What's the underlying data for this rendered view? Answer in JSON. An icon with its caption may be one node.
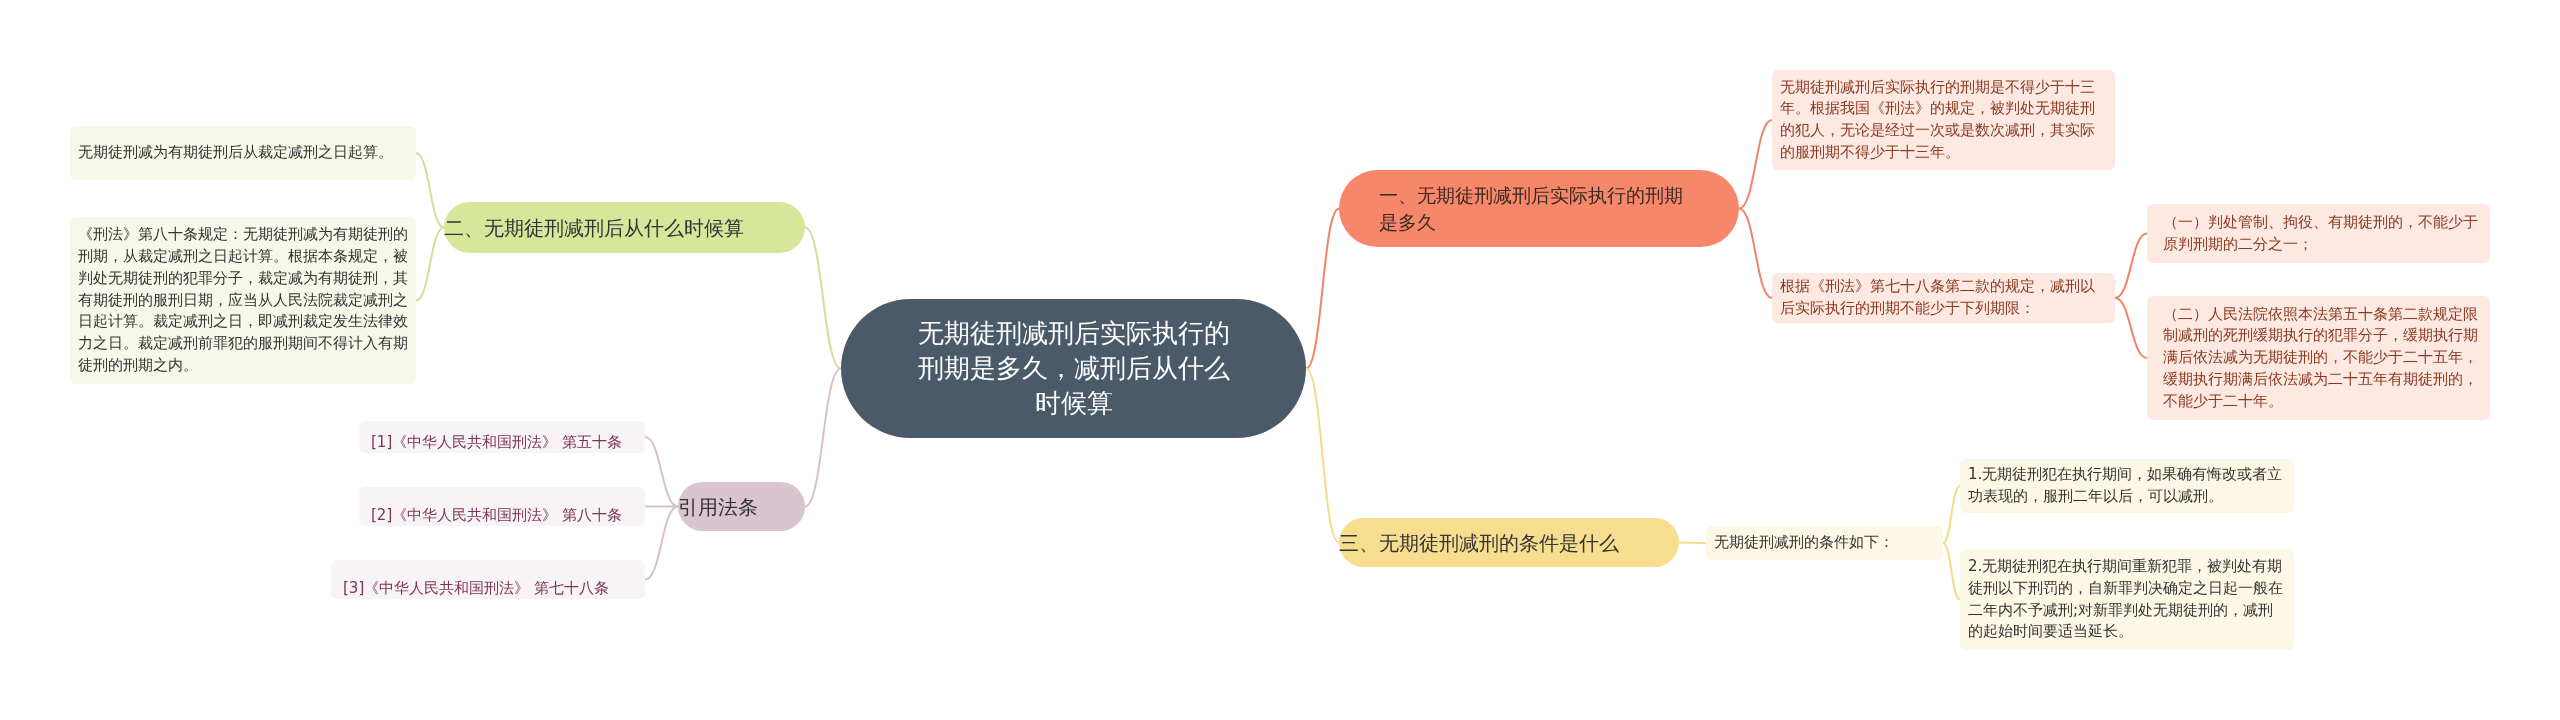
{
  "diagram": {
    "nodes": [
      {
        "text": [
          "无期徒刑减刑后实际执行的刑期是多久，减刑后从什么时候算"
        ]
      },
      {
        "text": [
          "一、无期徒刑减刑后实际执行的刑期是多久"
        ]
      },
      {
        "text": [
          "无期徒刑减刑后实际执行的刑期是不得少于十三年。根据我国《刑法》的规定，被判处无期徒刑的犯人，无论是经过一次或是数次减刑，其实际的服刑期不得少于十三年。"
        ]
      },
      {
        "text": [
          "根据《刑法》第七十八条第二款的规定，减刑以后实际执行的刑期不能少于下列期限："
        ]
      },
      {
        "text": [
          "（一）判处管制、拘役、有期徒刑的，不能少于原判刑期的二分之一；"
        ]
      },
      {
        "text": [
          "（二）人民法院依照本法第五十条第二款规定限制减刑的死刑缓期执行的犯罪分子，缓期执行期满后依法减为无期徒刑的，不能少于二十五年，缓期执行期满后依法减为二十五年有期徒刑的，不能少于二十年。"
        ]
      },
      {
        "text": [
          "二、无期徒刑减刑后从什么时候算"
        ]
      },
      {
        "text": [
          "无期徒刑减为有期徒刑后从裁定减刑之日起算。"
        ]
      },
      {
        "text": [
          "《刑法》第八十条规定：无期徒刑减为有期徒刑的刑期，从裁定减刑之日起计算。根据本条规定，被判处无期徒刑的犯罪分子，裁定减为有期徒刑，其有期徒刑的服刑日期，应当从人民法院裁定减刑之日起计算。裁定减刑之日，即减刑裁定发生法律效力之日。裁定减刑前罪犯的服刑期间不得计入有期徒刑的刑期之内。"
        ]
      },
      {
        "text": [
          "引用法条"
        ]
      },
      {
        "text": [
          "[1]《中华人民共和国刑法》 第五十条"
        ]
      },
      {
        "text": [
          "[2]《中华人民共和国刑法》 第八十条"
        ]
      },
      {
        "text": [
          "[3]《中华人民共和国刑法》 第七十八条"
        ]
      },
      {
        "text": [
          "三、无期徒刑减刑的条件是什么"
        ]
      },
      {
        "text": [
          "无期徒刑减刑的条件如下："
        ]
      },
      {
        "text": [
          "1.无期徒刑犯在执行期间，如果确有悔改或者立功表现的，服刑二年以后，可以减刑。"
        ]
      },
      {
        "text": [
          "2.无期徒刑犯在执行期间重新犯罪，被判处有期徒刑以下刑罚的，自新罪判决确定之日起一般在二年内不予减刑;对新罪判处无期徒刑的，减刑的起始时间要适当延长。"
        ]
      }
    ],
    "edges": [
      {
        "from": 0,
        "to": 1,
        "arrow": "none",
        "color": "#ef8466"
      },
      {
        "from": 1,
        "to": 2,
        "arrow": "none",
        "color": "#ef8466"
      },
      {
        "from": 1,
        "to": 3,
        "arrow": "none",
        "color": "#ef8466"
      },
      {
        "from": 3,
        "to": 4,
        "arrow": "none",
        "color": "#ef8466"
      },
      {
        "from": 3,
        "to": 5,
        "arrow": "none",
        "color": "#ef8466"
      },
      {
        "from": 0,
        "to": 6,
        "arrow": "none",
        "color": "#cfe19a"
      },
      {
        "from": 6,
        "to": 7,
        "arrow": "none",
        "color": "#cfe19a"
      },
      {
        "from": 6,
        "to": 8,
        "arrow": "none",
        "color": "#cfe19a"
      },
      {
        "from": 0,
        "to": 9,
        "arrow": "none",
        "color": "#d6c1cb"
      },
      {
        "from": 9,
        "to": 10,
        "arrow": "none",
        "color": "#d6c1cb"
      },
      {
        "from": 9,
        "to": 11,
        "arrow": "none",
        "color": "#d6c1cb"
      },
      {
        "from": 9,
        "to": 12,
        "arrow": "none",
        "color": "#d6c1cb"
      },
      {
        "from": 0,
        "to": 13,
        "arrow": "none",
        "color": "#f5dc8c"
      },
      {
        "from": 13,
        "to": 14,
        "arrow": "none",
        "color": "#f5dc8c"
      },
      {
        "from": 14,
        "to": 15,
        "arrow": "none",
        "color": "#f5dc8c"
      },
      {
        "from": 14,
        "to": 16,
        "arrow": "none",
        "color": "#f5dc8c"
      }
    ]
  }
}
